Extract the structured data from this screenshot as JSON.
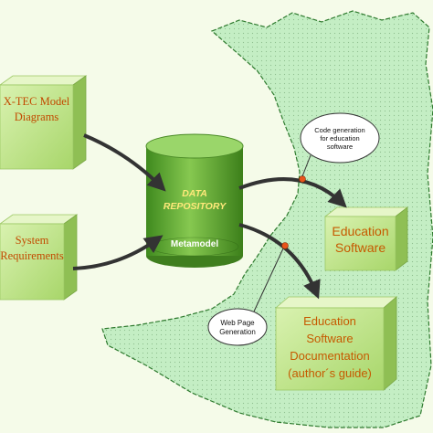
{
  "diagram": {
    "boxes": {
      "xtec": {
        "line1": "X-TEC Model",
        "line2": "Diagrams"
      },
      "sysreq": {
        "line1": "System",
        "line2": "Requirements"
      },
      "edu_software": {
        "line1": "Education",
        "line2": "Software"
      },
      "edu_docs": {
        "line1": "Education",
        "line2": "Software",
        "line3": "Documentation",
        "line4": "(author´s guide)"
      }
    },
    "repository": {
      "line1": "DATA",
      "line2": "REPOSITORY",
      "metamodel": "Metamodel"
    },
    "callouts": {
      "codegen": {
        "line1": "Code generation",
        "line2": "for education",
        "line3": "software"
      },
      "webgen": {
        "line1": "Web Page",
        "line2": "Generation"
      }
    },
    "colors": {
      "background": "#f5fbe9",
      "region_fill": "#c4eec4",
      "box_front": "#c6e891",
      "cylinder": "#6fb23a",
      "label_orange": "#c24a00",
      "arrow": "#333333",
      "connector_dot": "#e8541c"
    }
  }
}
